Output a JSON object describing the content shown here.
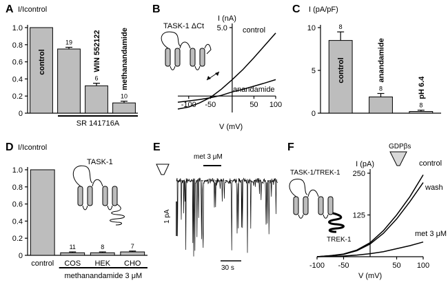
{
  "panels": {
    "A": {
      "label": "A",
      "ylabel": "I/Icontrol"
    },
    "B": {
      "label": "B",
      "construct": "TASK-1 ΔCt"
    },
    "C": {
      "label": "C",
      "ylabel": "I (pA/pF)"
    },
    "D": {
      "label": "D",
      "ylabel": "I/Icontrol",
      "construct": "TASK-1",
      "group_label": "methanandamide 3 μM"
    },
    "E": {
      "label": "E",
      "drug_bar": "met 3 μM",
      "scale_y": "1 pA",
      "scale_x": "30 s"
    },
    "F": {
      "label": "F",
      "construct": "TASK-1/TREK-1",
      "sub_label": "TREK-1",
      "pipette": "GDPβs"
    }
  },
  "chart_data": [
    {
      "id": "A",
      "type": "bar",
      "categories": [
        "control",
        "",
        "WIN 552122",
        "methanandamide"
      ],
      "values": [
        1.0,
        0.75,
        0.32,
        0.12
      ],
      "errors": [
        0,
        0.02,
        0.03,
        0.02
      ],
      "n": [
        "",
        "19",
        "6",
        "10"
      ],
      "ylabel": "I/Icontrol",
      "ylim": [
        0,
        1.0
      ],
      "yticks": [
        "0",
        "0.2",
        "0.4",
        "0.6",
        "0.8",
        "1.0"
      ],
      "group_label": "SR 141716A"
    },
    {
      "id": "B",
      "type": "line",
      "xlabel": "V (mV)",
      "ylabel": "I (nA)",
      "xlim": [
        -125,
        100
      ],
      "ylim": [
        -1.2,
        5.0
      ],
      "xticks": [
        "-100",
        "-50",
        "50",
        "100"
      ],
      "yticks": [
        "5.0"
      ],
      "series": [
        {
          "name": "control",
          "x": [
            -125,
            -100,
            -75,
            -50,
            -25,
            0,
            25,
            50,
            75,
            100
          ],
          "y": [
            -0.95,
            -0.8,
            -0.5,
            -0.1,
            0.5,
            1.2,
            1.95,
            2.8,
            3.7,
            4.6
          ]
        },
        {
          "name": "anandamide",
          "x": [
            -125,
            -100,
            -75,
            -50,
            -25,
            0,
            25,
            50,
            75,
            100
          ],
          "y": [
            -0.45,
            -0.36,
            -0.25,
            -0.12,
            0.05,
            0.3,
            0.5,
            0.72,
            0.95,
            1.2
          ]
        }
      ]
    },
    {
      "id": "C",
      "type": "bar",
      "categories": [
        "control",
        "anandamide",
        "pH 6.4"
      ],
      "values": [
        8.5,
        1.9,
        0.2
      ],
      "errors": [
        1.0,
        0.4,
        0.15
      ],
      "n": [
        "8",
        "8",
        "8"
      ],
      "ylabel": "I (pA/pF)",
      "ylim": [
        0,
        10
      ],
      "yticks": [
        "0",
        "5",
        "10"
      ]
    },
    {
      "id": "D",
      "type": "bar",
      "categories": [
        "control",
        "COS",
        "HEK",
        "CHO"
      ],
      "values": [
        1.0,
        0.03,
        0.03,
        0.04
      ],
      "errors": [
        0,
        0.01,
        0.01,
        0.01
      ],
      "n": [
        "",
        "11",
        "8",
        "7"
      ],
      "ylabel": "I/Icontrol",
      "ylim": [
        0,
        1.0
      ],
      "yticks": [
        "0",
        "0.2",
        "0.4",
        "0.6",
        "0.8",
        "1.0"
      ],
      "group_label": "methanandamide 3 μM"
    },
    {
      "id": "F",
      "type": "line",
      "xlabel": "V (mV)",
      "ylabel": "I (pA)",
      "xlim": [
        -100,
        100
      ],
      "ylim": [
        0,
        250
      ],
      "xticks": [
        "-100",
        "-50",
        "50",
        "100"
      ],
      "yticks": [
        "125",
        "250"
      ],
      "series": [
        {
          "name": "control",
          "x": [
            -100,
            -75,
            -50,
            -25,
            0,
            25,
            50,
            75,
            100
          ],
          "y": [
            0,
            3,
            8,
            20,
            42,
            78,
            125,
            180,
            245
          ]
        },
        {
          "name": "wash",
          "x": [
            -100,
            -75,
            -50,
            -25,
            0,
            25,
            50,
            75,
            100
          ],
          "y": [
            0,
            3,
            7,
            18,
            38,
            70,
            113,
            165,
            222
          ]
        },
        {
          "name": "met 3 μM",
          "x": [
            -100,
            -75,
            -50,
            -25,
            0,
            25,
            50,
            75,
            100
          ],
          "y": [
            0,
            1,
            2,
            5,
            9,
            15,
            24,
            33,
            44
          ]
        }
      ]
    }
  ]
}
